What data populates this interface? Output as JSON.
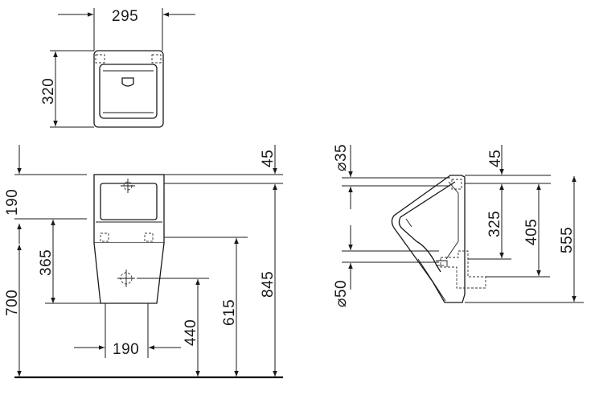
{
  "dimensions": {
    "top_width": "295",
    "top_depth": "320",
    "front_top_height": "190",
    "front_upper": "365",
    "front_outlet_height": "700",
    "front_width_lower": "190",
    "front_inlet_height": "440",
    "front_mount_height": "615",
    "front_total_height": "845",
    "front_gap": "45",
    "side_top_gap": "45",
    "side_inlet_diameter": "⌀35",
    "side_outlet_diameter": "⌀50",
    "side_dim_325": "325",
    "side_dim_405": "405",
    "side_dim_555": "555"
  }
}
